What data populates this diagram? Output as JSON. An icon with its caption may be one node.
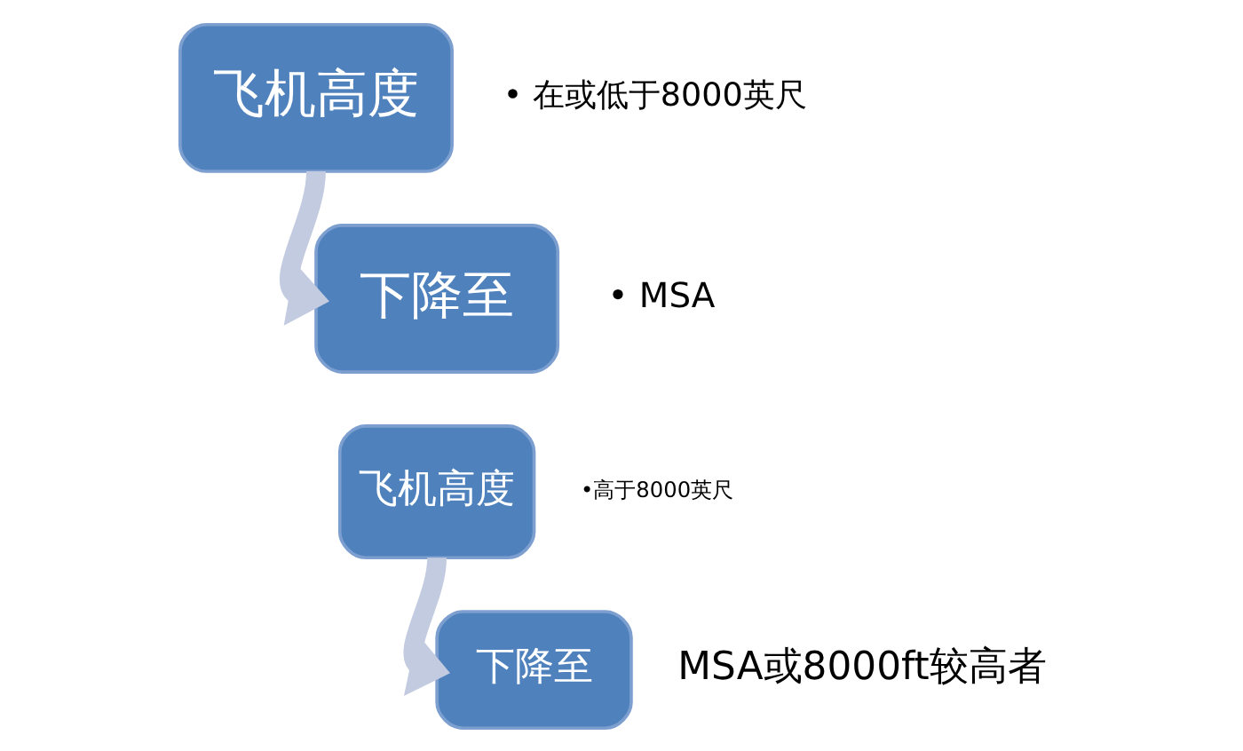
{
  "diagram": {
    "nodes": [
      {
        "text": [
          "飞机高度"
        ],
        "beside": [
          "• 在或低于8000英尺"
        ]
      },
      {
        "text": [
          "下降至"
        ],
        "beside": [
          "• MSA"
        ]
      },
      {
        "text": [
          "飞机高度"
        ],
        "beside": [
          "•高于8000英尺"
        ]
      },
      {
        "text": [
          "下降至"
        ],
        "beside": [
          "MSA或8000ft较高者"
        ]
      }
    ],
    "edges": [
      {
        "from": 0,
        "to": 1,
        "arrow": "to"
      },
      {
        "from": 2,
        "to": 3,
        "arrow": "to"
      }
    ]
  }
}
